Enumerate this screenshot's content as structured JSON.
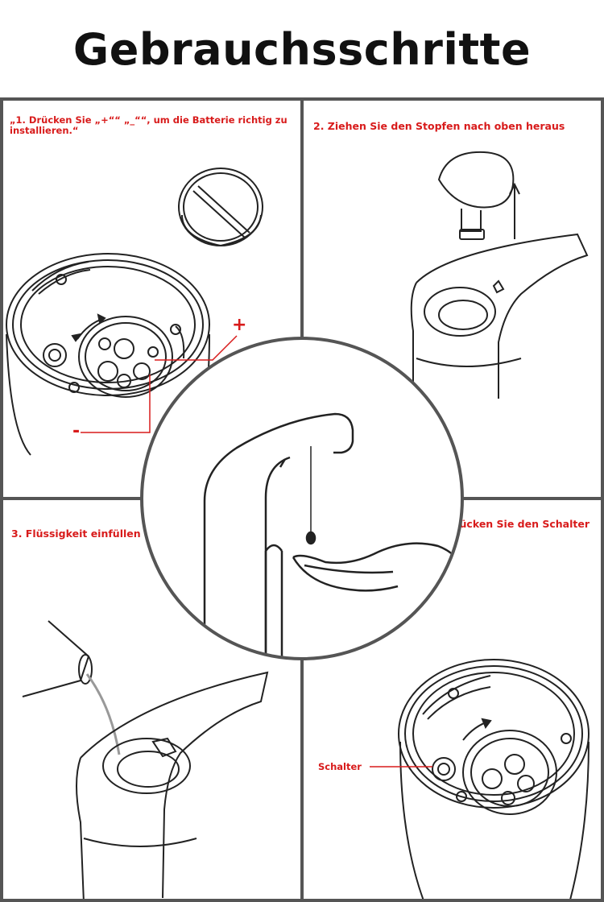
{
  "title": "Gebrauchsschritte",
  "steps": [
    {
      "caption": "„1. Drücken Sie „+““  „_““, um die Batterie richtig zu installieren.“"
    },
    {
      "caption": "2. Ziehen Sie den Stopfen nach oben heraus"
    },
    {
      "caption": "3. Flüssigkeit einfüllen"
    },
    {
      "caption": "4.Drücken Sie den Schalter"
    }
  ],
  "markers": {
    "plus": "+",
    "minus": "-"
  },
  "switch_label": "Schalter",
  "colors": {
    "accent": "#d81b1b",
    "border": "#555555",
    "title": "#111111"
  },
  "icons": [
    "battery-compartment-illustration",
    "stopper-illustration",
    "filling-illustration",
    "switch-illustration",
    "hand-dispenser-illustration",
    "up-arrow-icon",
    "power-button-icon"
  ]
}
